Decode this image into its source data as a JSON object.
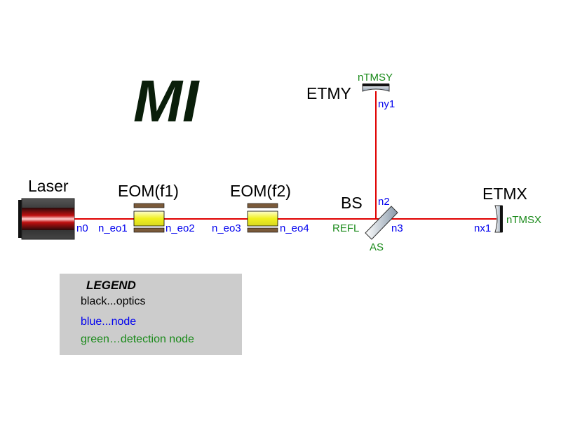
{
  "title": "MI",
  "colors": {
    "beam": "#e00000",
    "optic_label": "#000000",
    "node_label": "#0000ee",
    "detection_label": "#1a8a1a",
    "title": "#0a1e0a",
    "legend_bg": "#cccccc"
  },
  "optics": {
    "laser": "Laser",
    "eom1": "EOM(f1)",
    "eom2": "EOM(f2)",
    "bs": "BS",
    "etmx": "ETMX",
    "etmy": "ETMY"
  },
  "nodes": {
    "n0": "n0",
    "n_eo1": "n_eo1",
    "n_eo2": "n_eo2",
    "n_eo3": "n_eo3",
    "n_eo4": "n_eo4",
    "n2": "n2",
    "n3": "n3",
    "nx1": "nx1",
    "ny1": "ny1"
  },
  "detection_nodes": {
    "refl": "REFL",
    "as": "AS",
    "ntmsx": "nTMSX",
    "ntmsy": "nTMSY"
  },
  "legend": {
    "heading": "LEGEND",
    "items": [
      {
        "text": "black...optics",
        "color": "#000000"
      },
      {
        "text": "blue...node",
        "color": "#0000ee"
      },
      {
        "text": "green…detection node",
        "color": "#1a8a1a"
      }
    ]
  }
}
